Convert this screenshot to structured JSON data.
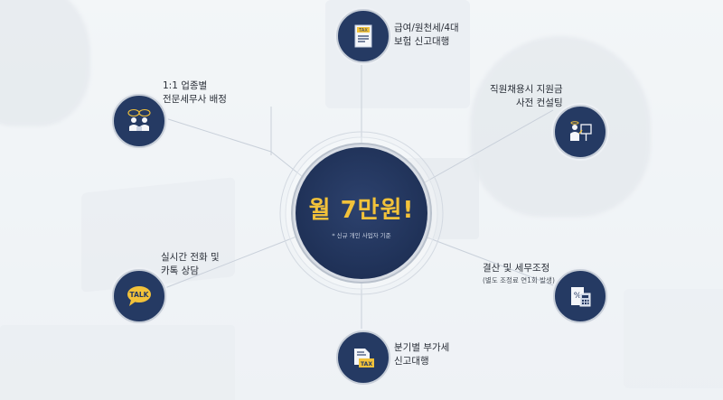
{
  "hub": {
    "price_text": "월 7만원!",
    "note": "* 신규 개인 사업자 기준"
  },
  "services": [
    {
      "icon": "tax-document-icon",
      "line1": "급여/원천세/4대",
      "line2": "보험 신고대행",
      "sub": ""
    },
    {
      "icon": "consultant-presentation-icon",
      "line1": "직원채용시 지원금",
      "line2": "사전 컨설팅",
      "sub": ""
    },
    {
      "icon": "calculator-percent-icon",
      "line1": "결산 및 세무조정",
      "line2": "",
      "sub": "(별도 조정료 연1회 발생)"
    },
    {
      "icon": "tax-folder-icon",
      "line1": "분기별 부가세",
      "line2": "신고대행",
      "sub": ""
    },
    {
      "icon": "talk-bubble-icon",
      "line1": "실시간 전화 및",
      "line2": "카톡 상담",
      "sub": ""
    },
    {
      "icon": "tax-advisor-meeting-icon",
      "line1": "1:1 업종별",
      "line2": "전문세무사 배정",
      "sub": ""
    }
  ],
  "colors": {
    "navy": "#253a63",
    "hub_navy": "#1f3157",
    "gold": "#f2c23a",
    "line": "#cfd5de"
  }
}
